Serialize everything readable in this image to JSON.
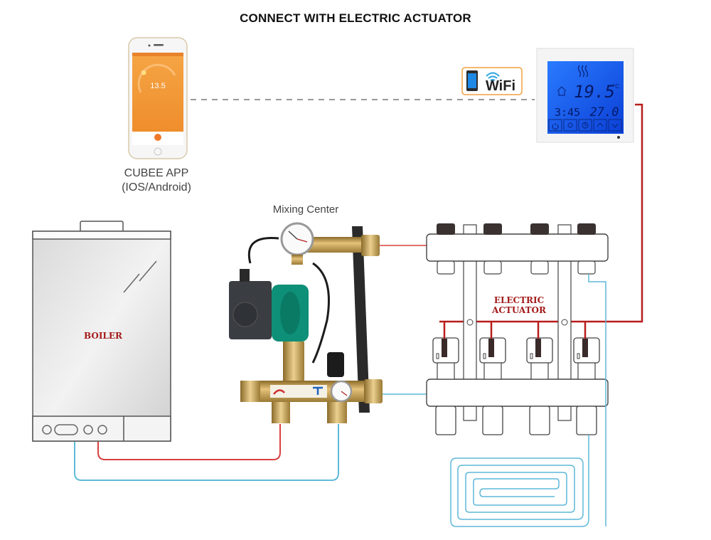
{
  "title": "CONNECT WITH ELECTRIC ACTUATOR",
  "app": {
    "name": "CUBEE APP",
    "platforms": "(IOS/Android)",
    "screen_temp": "13.5",
    "screen_color": "#f0922e"
  },
  "wifi_badge": {
    "label": "WiFi"
  },
  "thermostat": {
    "room_temp": "19.5",
    "temp_unit": "°C",
    "clock": "3:45",
    "set_temp": "27.0",
    "buttons": [
      "power",
      "mode",
      "clock",
      "up",
      "down"
    ],
    "lcd_color": "#1f5fff"
  },
  "mixing_center": {
    "label": "Mixing Center"
  },
  "boiler": {
    "label": "BOILER"
  },
  "manifold": {
    "actuator_label_line1": "ELECTRIC",
    "actuator_label_line2": "ACTUATOR",
    "circuits": 4
  },
  "colors": {
    "supply_pipe": "#d84040",
    "return_pipe": "#5fb8d8",
    "control_wire": "#b81c1c",
    "wifi_link": "#999999",
    "label_red": "#a31b1b"
  }
}
